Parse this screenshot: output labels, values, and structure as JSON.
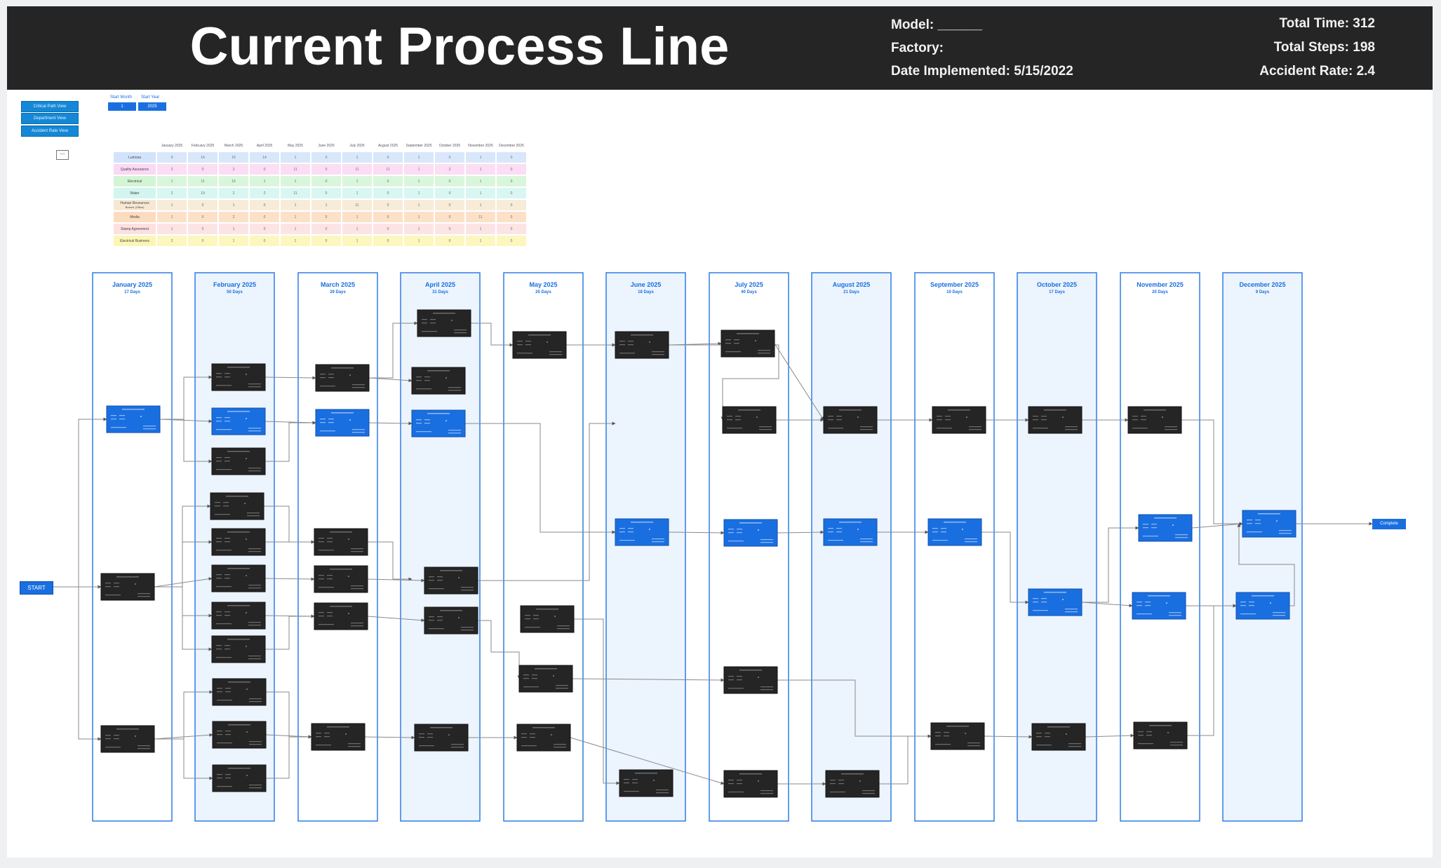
{
  "header": {
    "title": "Current Process Line",
    "model_label": "Model: ______",
    "factory_label": "Factory:",
    "date_label": "Date Implemented: 5/15/2022",
    "total_time": "Total Time: 312",
    "total_steps": "Total Steps: 198",
    "accident_rate": "Accident Rate: 2.4"
  },
  "views": [
    "Critical Path View",
    "Department View",
    "Accident Rate View"
  ],
  "controls": {
    "start_month_label": "Start Month",
    "start_month_value": "1",
    "start_year_label": "Start Year",
    "start_year_value": "2025",
    "collapse_glyph": "—"
  },
  "summary_table": {
    "columns": [
      "January 2025",
      "February 2025",
      "March 2025",
      "April 2025",
      "May 2025",
      "June 2025",
      "July 2025",
      "August 2025",
      "September 2025",
      "October 2025",
      "November 2025",
      "December 2025"
    ],
    "rows": [
      {
        "label": "Lumosa",
        "color": "#d3e3fb",
        "values": [
          4,
          14,
          16,
          14,
          1,
          0,
          1,
          0,
          1,
          0,
          1,
          0
        ]
      },
      {
        "label": "Quality Assurance",
        "color": "#fbd8f3",
        "values": [
          2,
          0,
          2,
          0,
          11,
          0,
          11,
          11,
          1,
          2,
          1,
          0
        ]
      },
      {
        "label": "Electrical",
        "color": "#d3f5d6",
        "values": [
          1,
          11,
          15,
          1,
          1,
          0,
          1,
          0,
          1,
          0,
          1,
          0
        ]
      },
      {
        "label": "Water",
        "color": "#d2f5f0",
        "values": [
          2,
          19,
          2,
          2,
          11,
          0,
          1,
          0,
          1,
          0,
          1,
          0
        ]
      },
      {
        "label": "Human Resources",
        "sublabel": "Branch (Office)",
        "color": "#f6e8d4",
        "values": [
          1,
          0,
          1,
          0,
          1,
          1,
          11,
          0,
          1,
          0,
          1,
          0
        ]
      },
      {
        "label": "Media",
        "color": "#fcdcbf",
        "values": [
          1,
          0,
          2,
          0,
          1,
          0,
          1,
          0,
          1,
          0,
          11,
          0
        ]
      },
      {
        "label": "Stamp Agreement",
        "color": "#fde0e0",
        "values": [
          1,
          0,
          1,
          0,
          1,
          0,
          1,
          0,
          1,
          0,
          1,
          0
        ]
      },
      {
        "label": "Electrical Business",
        "color": "#fbf6b5",
        "values": [
          2,
          0,
          1,
          0,
          1,
          0,
          1,
          0,
          1,
          0,
          1,
          0
        ]
      }
    ]
  },
  "months": [
    {
      "name": "January 2025",
      "days": "17 Days"
    },
    {
      "name": "February 2025",
      "days": "50 Days"
    },
    {
      "name": "March 2025",
      "days": "29 Days"
    },
    {
      "name": "April 2025",
      "days": "31 Days"
    },
    {
      "name": "May 2025",
      "days": "25 Days"
    },
    {
      "name": "June 2025",
      "days": "18 Days"
    },
    {
      "name": "July 2025",
      "days": "40 Days"
    },
    {
      "name": "August 2025",
      "days": "21 Days"
    },
    {
      "name": "September 2025",
      "days": "10 Days"
    },
    {
      "name": "October 2025",
      "days": "17 Days"
    },
    {
      "name": "November 2025",
      "days": "20 Days"
    },
    {
      "name": "December 2025",
      "days": "9 Days"
    }
  ],
  "flow": {
    "start_label": "START",
    "complete_label": "Complete",
    "colors": {
      "accent": "#1a6fe0",
      "dark_step": "#252525",
      "column_border": "#2e7de6",
      "column_fill": "#ecf4fd"
    }
  }
}
